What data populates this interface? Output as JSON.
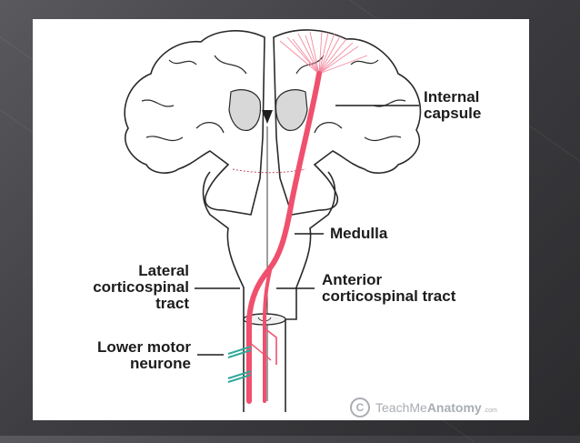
{
  "labels": {
    "internal_capsule": "Internal\ncapsule",
    "medulla": "Medulla",
    "lateral_tract": "Lateral\ncorticospinal\ntract",
    "anterior_tract": "Anterior\ncorticospinal tract",
    "lower_motor_neurone": "Lower motor\nneurone"
  },
  "watermark": {
    "symbol": "C",
    "brand_light": "TeachMe",
    "brand_bold": "Anatomy",
    "suffix": ".com"
  },
  "colors": {
    "tract": "#f0506e",
    "tract_light": "#f48aa0",
    "neurone": "#2fa99a",
    "outline": "#2a2a2a",
    "background": "#3e3e42"
  }
}
